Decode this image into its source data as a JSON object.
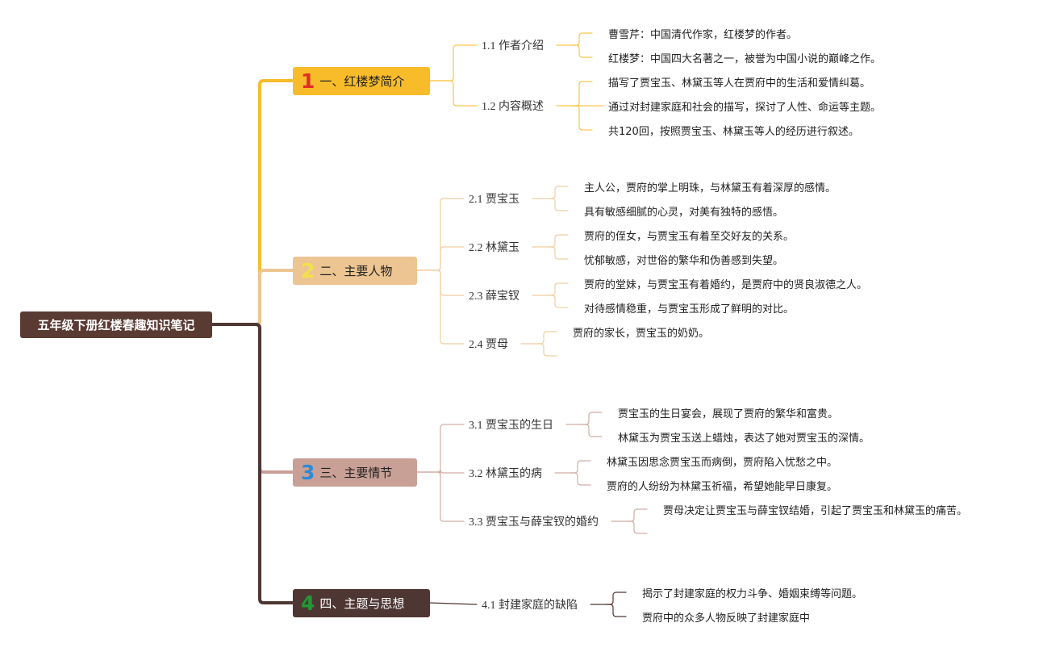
{
  "root": {
    "label": "五年级下册红楼春趣知识笔记"
  },
  "colors": {
    "root": "#5a3b33",
    "branch1": "#f8bc2a",
    "branch2": "#ecc592",
    "branch3": "#c9a096",
    "branch4": "#4e3633",
    "num1": "#e02d26",
    "num2": "#f2e14c",
    "num3": "#2e8ad8",
    "num4": "#1f9a34"
  },
  "branches": [
    {
      "num": "1",
      "label": "一、红楼梦简介",
      "subs": [
        {
          "label": "1.1 作者介绍",
          "leaves": [
            "曹雪芹：中国清代作家，红楼梦的作者。",
            "红楼梦：中国四大名著之一，被誉为中国小说的巅峰之作。"
          ]
        },
        {
          "label": "1.2 内容概述",
          "leaves": [
            "描写了贾宝玉、林黛玉等人在贾府中的生活和爱情纠葛。",
            "通过对封建家庭和社会的描写，探讨了人性、命运等主题。",
            "共120回，按照贾宝玉、林黛玉等人的经历进行叙述。"
          ]
        }
      ]
    },
    {
      "num": "2",
      "label": "二、主要人物",
      "subs": [
        {
          "label": "2.1 贾宝玉",
          "leaves": [
            "主人公，贾府的掌上明珠，与林黛玉有着深厚的感情。",
            "具有敏感细腻的心灵，对美有独特的感悟。"
          ]
        },
        {
          "label": "2.2 林黛玉",
          "leaves": [
            "贾府的侄女，与贾宝玉有着至交好友的关系。",
            "忧郁敏感，对世俗的繁华和伪善感到失望。"
          ]
        },
        {
          "label": "2.3 薛宝钗",
          "leaves": [
            "贾府的堂妹，与贾宝玉有着婚约，是贾府中的贤良淑德之人。",
            "对待感情稳重，与贾宝玉形成了鲜明的对比。"
          ]
        },
        {
          "label": "2.4 贾母",
          "leaves": [
            "贾府的家长，贾宝玉的奶奶。",
            ""
          ]
        }
      ]
    },
    {
      "num": "3",
      "label": "三、主要情节",
      "subs": [
        {
          "label": "3.1 贾宝玉的生日",
          "leaves": [
            "贾宝玉的生日宴会，展现了贾府的繁华和富贵。",
            "林黛玉为贾宝玉送上蜡烛，表达了她对贾宝玉的深情。"
          ]
        },
        {
          "label": "3.2 林黛玉的病",
          "leaves": [
            "林黛玉因思念贾宝玉而病倒，贾府陷入忧愁之中。",
            "贾府的人纷纷为林黛玉祈福，希望她能早日康复。"
          ]
        },
        {
          "label": "3.3 贾宝玉与薛宝钗的婚约",
          "leaves": [
            "贾母决定让贾宝玉与薛宝钗结婚，引起了贾宝玉和林黛玉的痛苦。",
            ""
          ]
        }
      ]
    },
    {
      "num": "4",
      "label": "四、主题与思想",
      "subs": [
        {
          "label": "4.1 封建家庭的缺陷",
          "leaves": [
            "揭示了封建家庭的权力斗争、婚姻束缚等问题。",
            "贾府中的众多人物反映了封建家庭中"
          ]
        }
      ]
    }
  ]
}
